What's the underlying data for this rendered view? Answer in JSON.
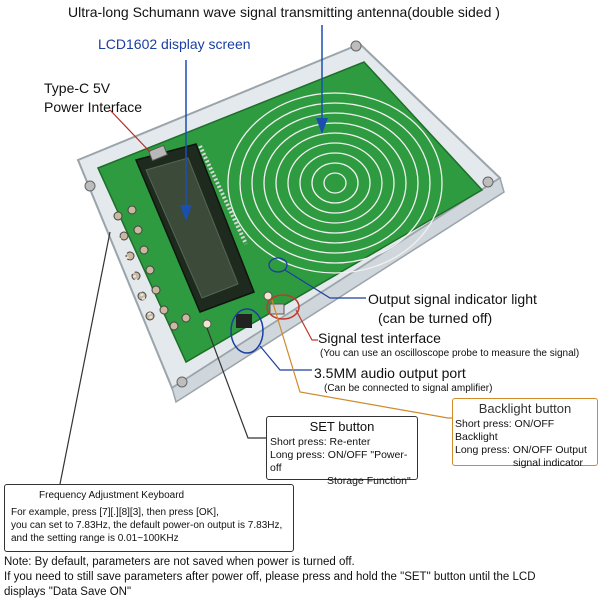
{
  "labels": {
    "antenna": "Ultra-long Schumann wave signal transmitting antenna(double sided )",
    "lcd": "LCD1602 display screen",
    "typec_line1": "Type-C 5V",
    "typec_line2": "Power Interface",
    "indicator_line1": "Output signal indicator light",
    "indicator_line2": "(can be turned off)",
    "signal_test": "Signal test interface",
    "signal_test_sub": "(You can use an oscilloscope probe to measure the signal)",
    "audio": "3.5MM audio output port",
    "audio_sub": "(Can be connected to signal amplifier)"
  },
  "set_box": {
    "title": "SET button",
    "line1": "Short press: Re-enter",
    "line2": "Long press: ON/OFF \"Power-off",
    "line3": "Storage Function\""
  },
  "backlight_box": {
    "title": "Backlight button",
    "line1": "Short press: ON/OFF Backlight",
    "line2": "Long press: ON/OFF Output",
    "line3": "signal indicator"
  },
  "keyboard_box": {
    "title": "Frequency Adjustment Keyboard",
    "line1": "For example, press [7][.][8][3], then press [OK],",
    "line2": "you can set to 7.83Hz, the default power-on output is 7.83Hz,",
    "line3": "and the setting range is 0.01~100KHz"
  },
  "notes": {
    "line1": "Note: By default, parameters are not saved when power is turned off.",
    "line2": "If you need to still save parameters after power off, please press and hold the \"SET\" button until the LCD",
    "line3": "displays \"Data Save ON\""
  },
  "colors": {
    "pcb": "#2e9a3e",
    "acrylic": "#dfe6ea",
    "lcd": "#2c3a2c",
    "antenna_arrow": "#1a4fb0",
    "callout_red": "#c0392b",
    "callout_blue": "#1a3fa0",
    "callout_orange": "#d08a2a"
  }
}
